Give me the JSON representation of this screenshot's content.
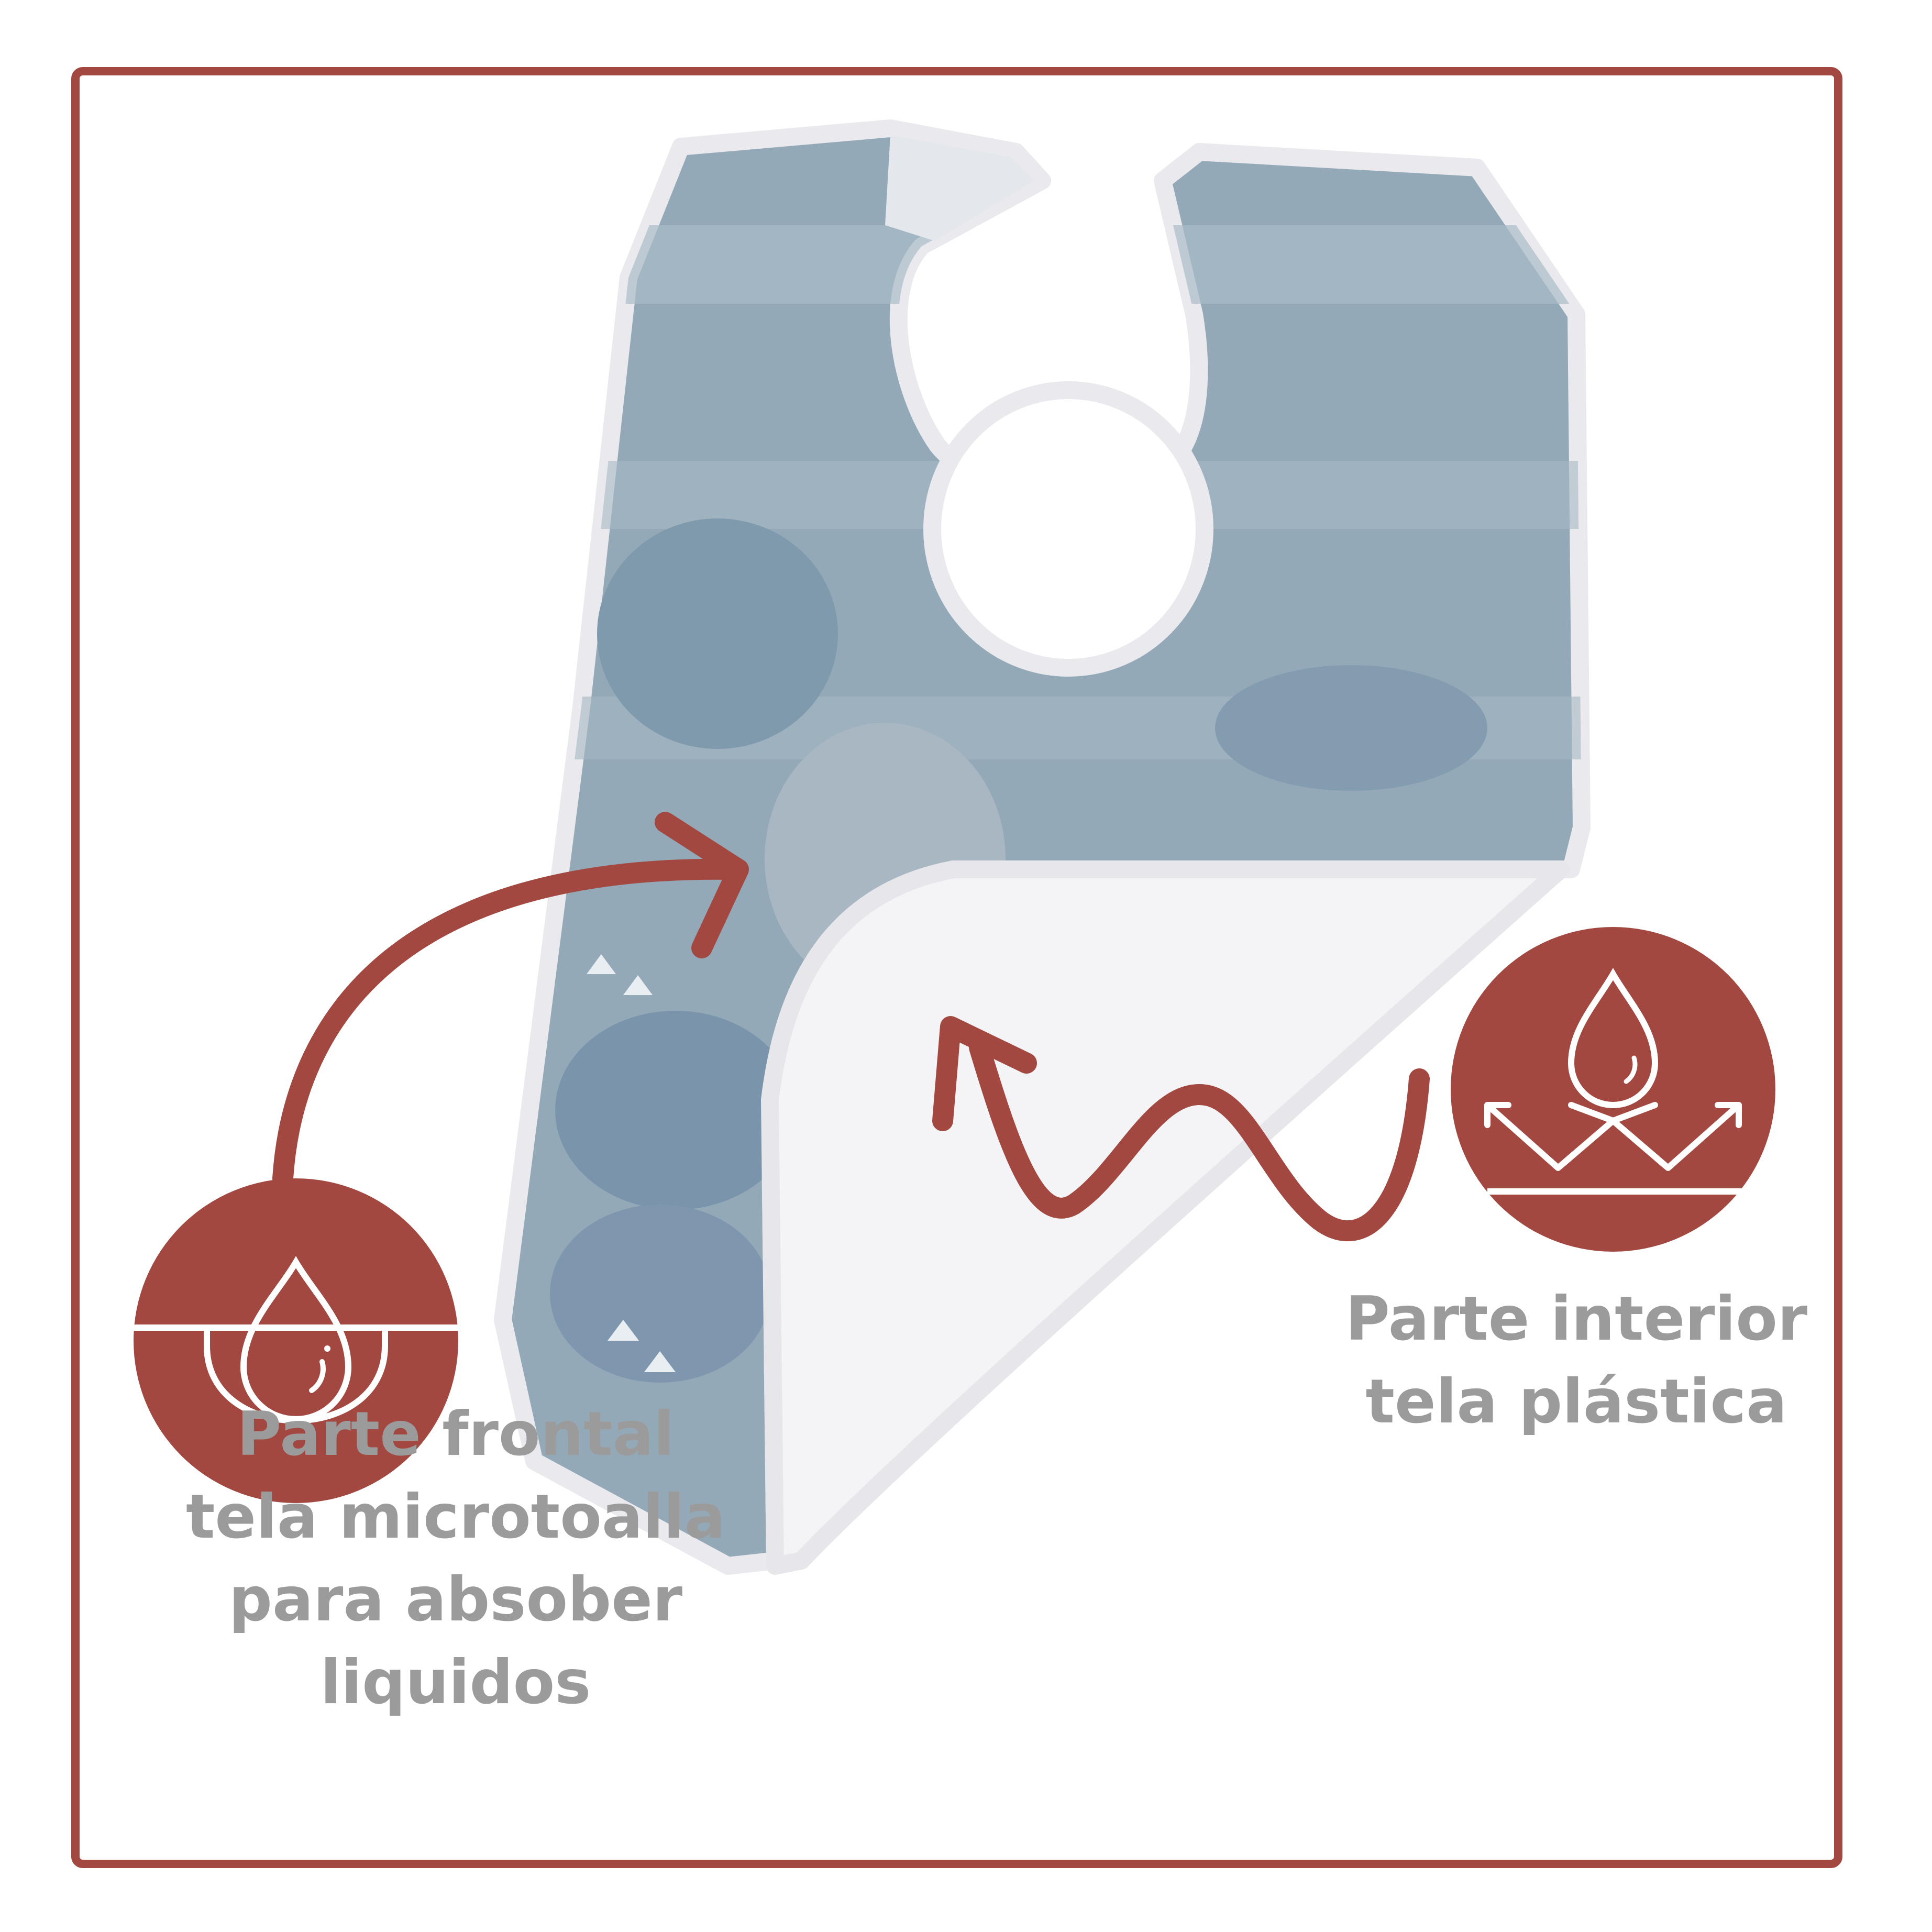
{
  "colors": {
    "accent": "#a24840",
    "caption_text": "#9b9b9b",
    "bib_front": "#94a9b8",
    "bib_back": "#f4f4f6",
    "bib_binding": "#e9e9ee"
  },
  "front_label": {
    "icon": "absorbent-drop-icon",
    "lines": [
      "Parte frontal",
      "tela microtoalla",
      "para absober liquidos"
    ]
  },
  "back_label": {
    "icon": "waterproof-drop-icon",
    "lines": [
      "Parte interior",
      "tela plástica"
    ]
  }
}
